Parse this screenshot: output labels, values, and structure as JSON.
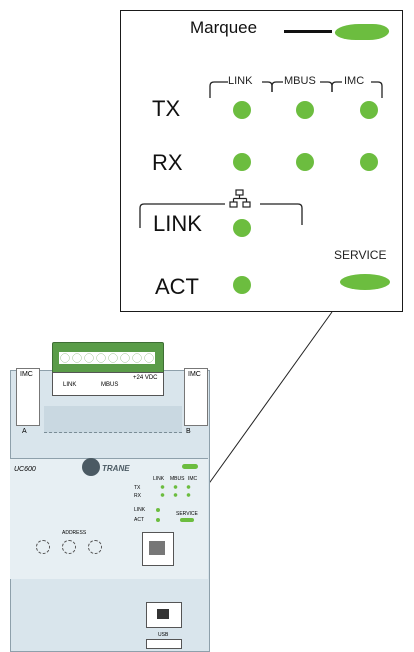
{
  "callout": {
    "marquee_label": "Marquee",
    "groups": [
      "LINK",
      "MBUS",
      "IMC"
    ],
    "rows": {
      "tx": "TX",
      "rx": "RX",
      "link": "LINK",
      "act": "ACT"
    },
    "service_label": "SERVICE",
    "led_color": "#6cbd3f"
  },
  "device": {
    "model": "UC600",
    "brand": "TRANE",
    "left_port": "IMC",
    "right_port": "IMC",
    "left_corner": "A",
    "right_corner": "B",
    "terminal_labels": [
      "LINK",
      "MBUS",
      "+24 VDC"
    ],
    "mini_leds": {
      "headers": [
        "LINK",
        "MBUS",
        "IMC"
      ],
      "rows": [
        "TX",
        "RX",
        "LINK",
        "ACT"
      ],
      "service": "SERVICE"
    },
    "dial_label": "ADDRESS",
    "usb_label": "USB"
  }
}
